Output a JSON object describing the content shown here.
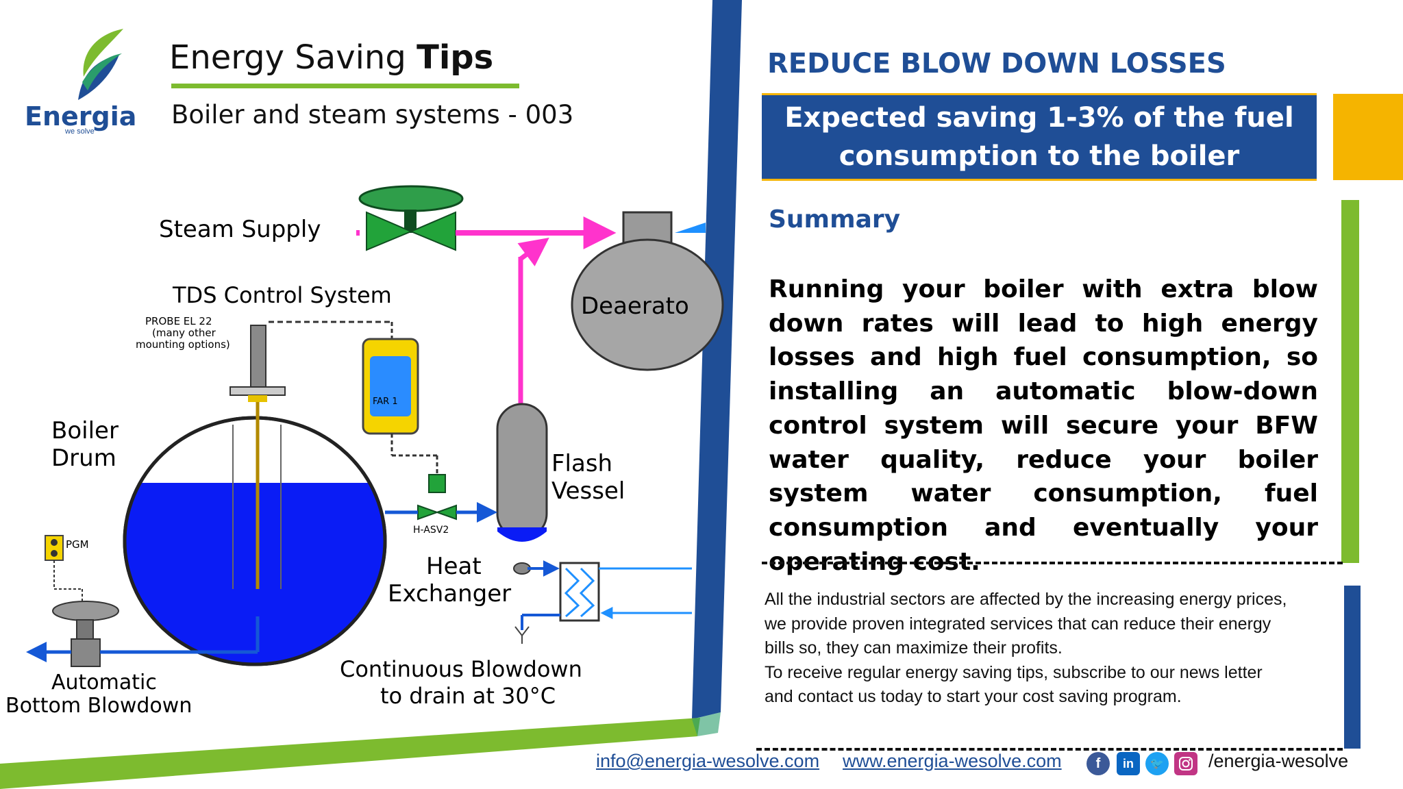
{
  "brand": {
    "logo_text": "Energia",
    "logo_tagline": "we solve",
    "colors": {
      "brand_blue": "#1f4e96",
      "brand_green": "#7dbb2f",
      "accent_orange": "#f5b400",
      "pipe_magenta": "#ff33cc",
      "water_blue": "#0a1cf5"
    }
  },
  "header": {
    "title_prefix": "Energy Saving ",
    "title_bold": "Tips",
    "subtitle": "Boiler and steam systems - 003"
  },
  "diagram": {
    "labels": {
      "steam_supply": "Steam Supply",
      "tds_control": "TDS Control System",
      "probe_line1": "PROBE  EL 22",
      "probe_line2": "(many other",
      "probe_line3": "mounting options)",
      "boiler_drum_1": "Boiler",
      "boiler_drum_2": "Drum",
      "deaerator": "Deaerato",
      "far": "FAR 1",
      "flash_1": "Flash",
      "flash_2": "Vessel",
      "hasv": "H-ASV2",
      "pgm": "PGM",
      "heat_1": "Heat",
      "heat_2": "Exchanger",
      "auto_1": "Automatic",
      "auto_2": "Bottom Blowdown",
      "cont_1": "Continuous Blowdown",
      "cont_2": "to drain at 30°C"
    }
  },
  "right": {
    "section_title": "REDUCE BLOW DOWN LOSSES",
    "banner_line1": "Expected saving 1-3% of the fuel",
    "banner_line2": "consumption to the boiler",
    "summary_title": "Summary",
    "summary_body": "Running your boiler with extra blow down rates will lead to high energy losses and high fuel consumption, so installing an automatic blow-down control system will secure your BFW water quality, reduce your boiler system water consumption, fuel consumption and eventually your operating cost.",
    "info_line1": "All the industrial sectors are affected by the increasing energy prices,",
    "info_line2": "we provide proven integrated services that can reduce their energy",
    "info_line3": "bills so, they can maximize their profits.",
    "info_line4": "To receive regular energy saving tips, subscribe to our news letter",
    "info_line5": "and  contact us today to start your cost saving program."
  },
  "footer": {
    "email": "info@energia-wesolve.com",
    "website": "www.energia-wesolve.com",
    "social_handle": "/energia-wesolve",
    "icons": [
      "facebook-icon",
      "linkedin-icon",
      "twitter-icon",
      "instagram-icon"
    ]
  }
}
